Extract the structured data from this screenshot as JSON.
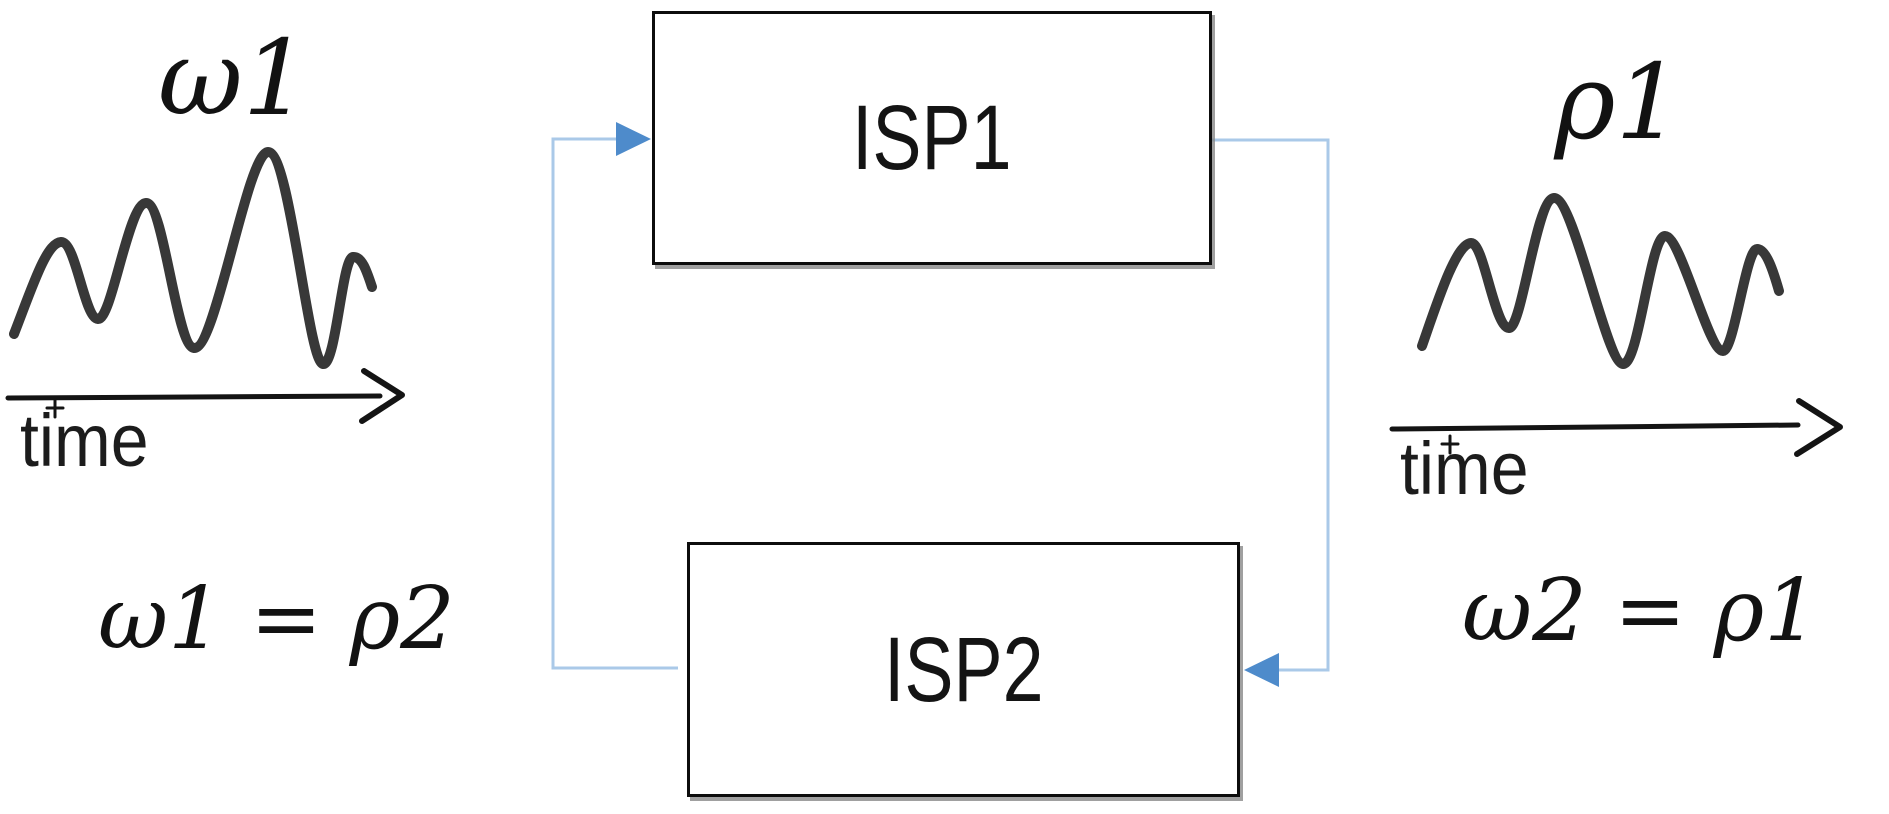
{
  "diagram": {
    "boxes": [
      {
        "label": "ISP1"
      },
      {
        "label": "ISP2"
      }
    ],
    "left_signal": {
      "symbol": "ω1",
      "axis_label": "time",
      "equation": "ω1 = ρ2"
    },
    "right_signal": {
      "symbol": "ρ1",
      "axis_label": "time",
      "equation": "ω2 = ρ1"
    },
    "colors": {
      "background": "#ffffff",
      "ink": "#1c1c1c",
      "axis": "#141414",
      "box_border": "#0d0d0d",
      "box_shadow": "#808080",
      "connector_line": "#aac9e8",
      "connector_arrow": "#4e8bcb"
    }
  }
}
